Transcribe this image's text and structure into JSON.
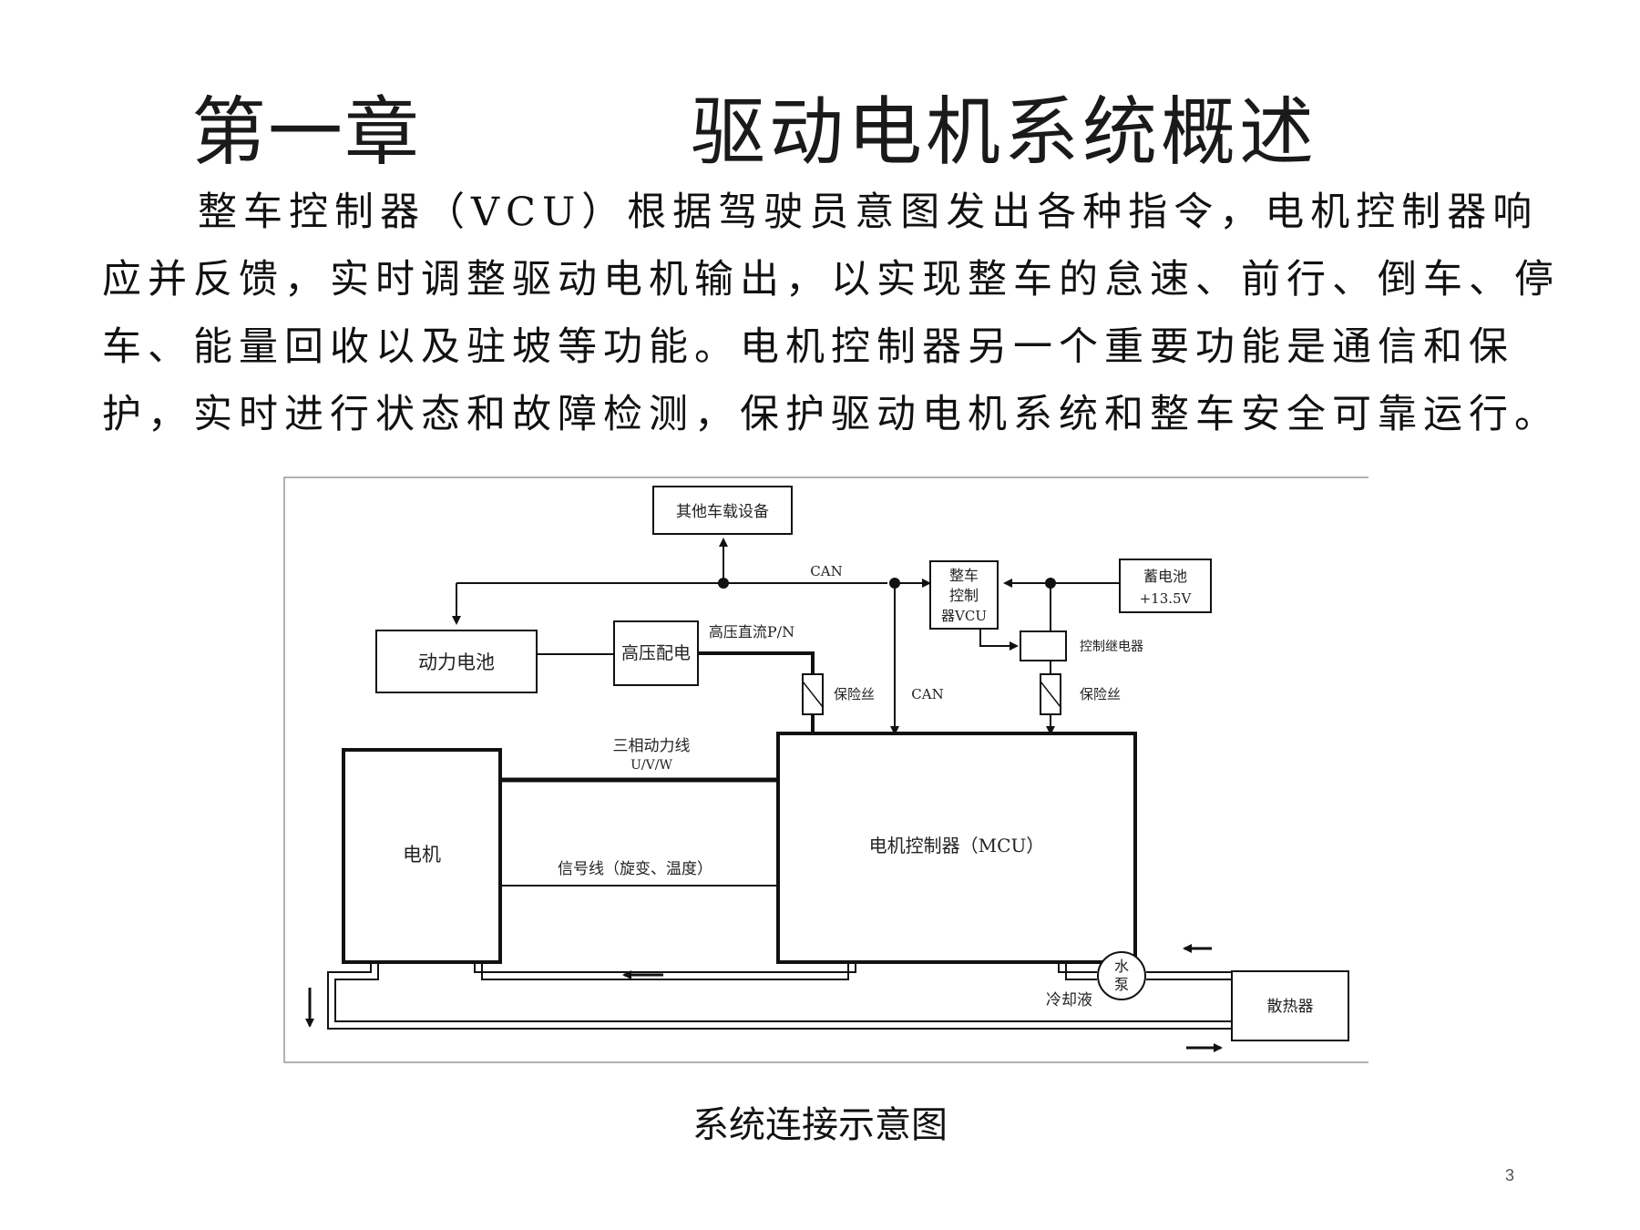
{
  "title": {
    "chapter": "第一章",
    "name": "驱动电机系统概述"
  },
  "paragraph": "整车控制器（VCU）根据驾驶员意图发出各种指令，电机控制器响应并反馈，实时调整驱动电机输出，以实现整车的怠速、前行、倒车、停车、能量回收以及驻坡等功能。电机控制器另一个重要功能是通信和保护，实时进行状态和故障检测，保护驱动电机系统和整车安全可靠运行。",
  "diagram": {
    "other_devices": "其他车载设备",
    "can_top": "CAN",
    "vcu_line1": "整车",
    "vcu_line2": "控制",
    "vcu_line3": "器VCU",
    "battery_line1": "蓄电池",
    "battery_line2": "+13.5V",
    "power_battery": "动力电池",
    "hv_dist": "高压配电",
    "hv_dc": "高压直流P/N",
    "relay": "控制继电器",
    "fuse_left": "保险丝",
    "can_mid": "CAN",
    "fuse_right": "保险丝",
    "three_phase": "三相动力线",
    "uvw": "U/V/W",
    "motor": "电机",
    "signal_line": "信号线（旋变、温度）",
    "mcu": "电机控制器（MCU）",
    "pump_line1": "水",
    "pump_line2": "泵",
    "coolant": "冷却液",
    "radiator": "散热器"
  },
  "caption": "系统连接示意图",
  "page_number": "3"
}
